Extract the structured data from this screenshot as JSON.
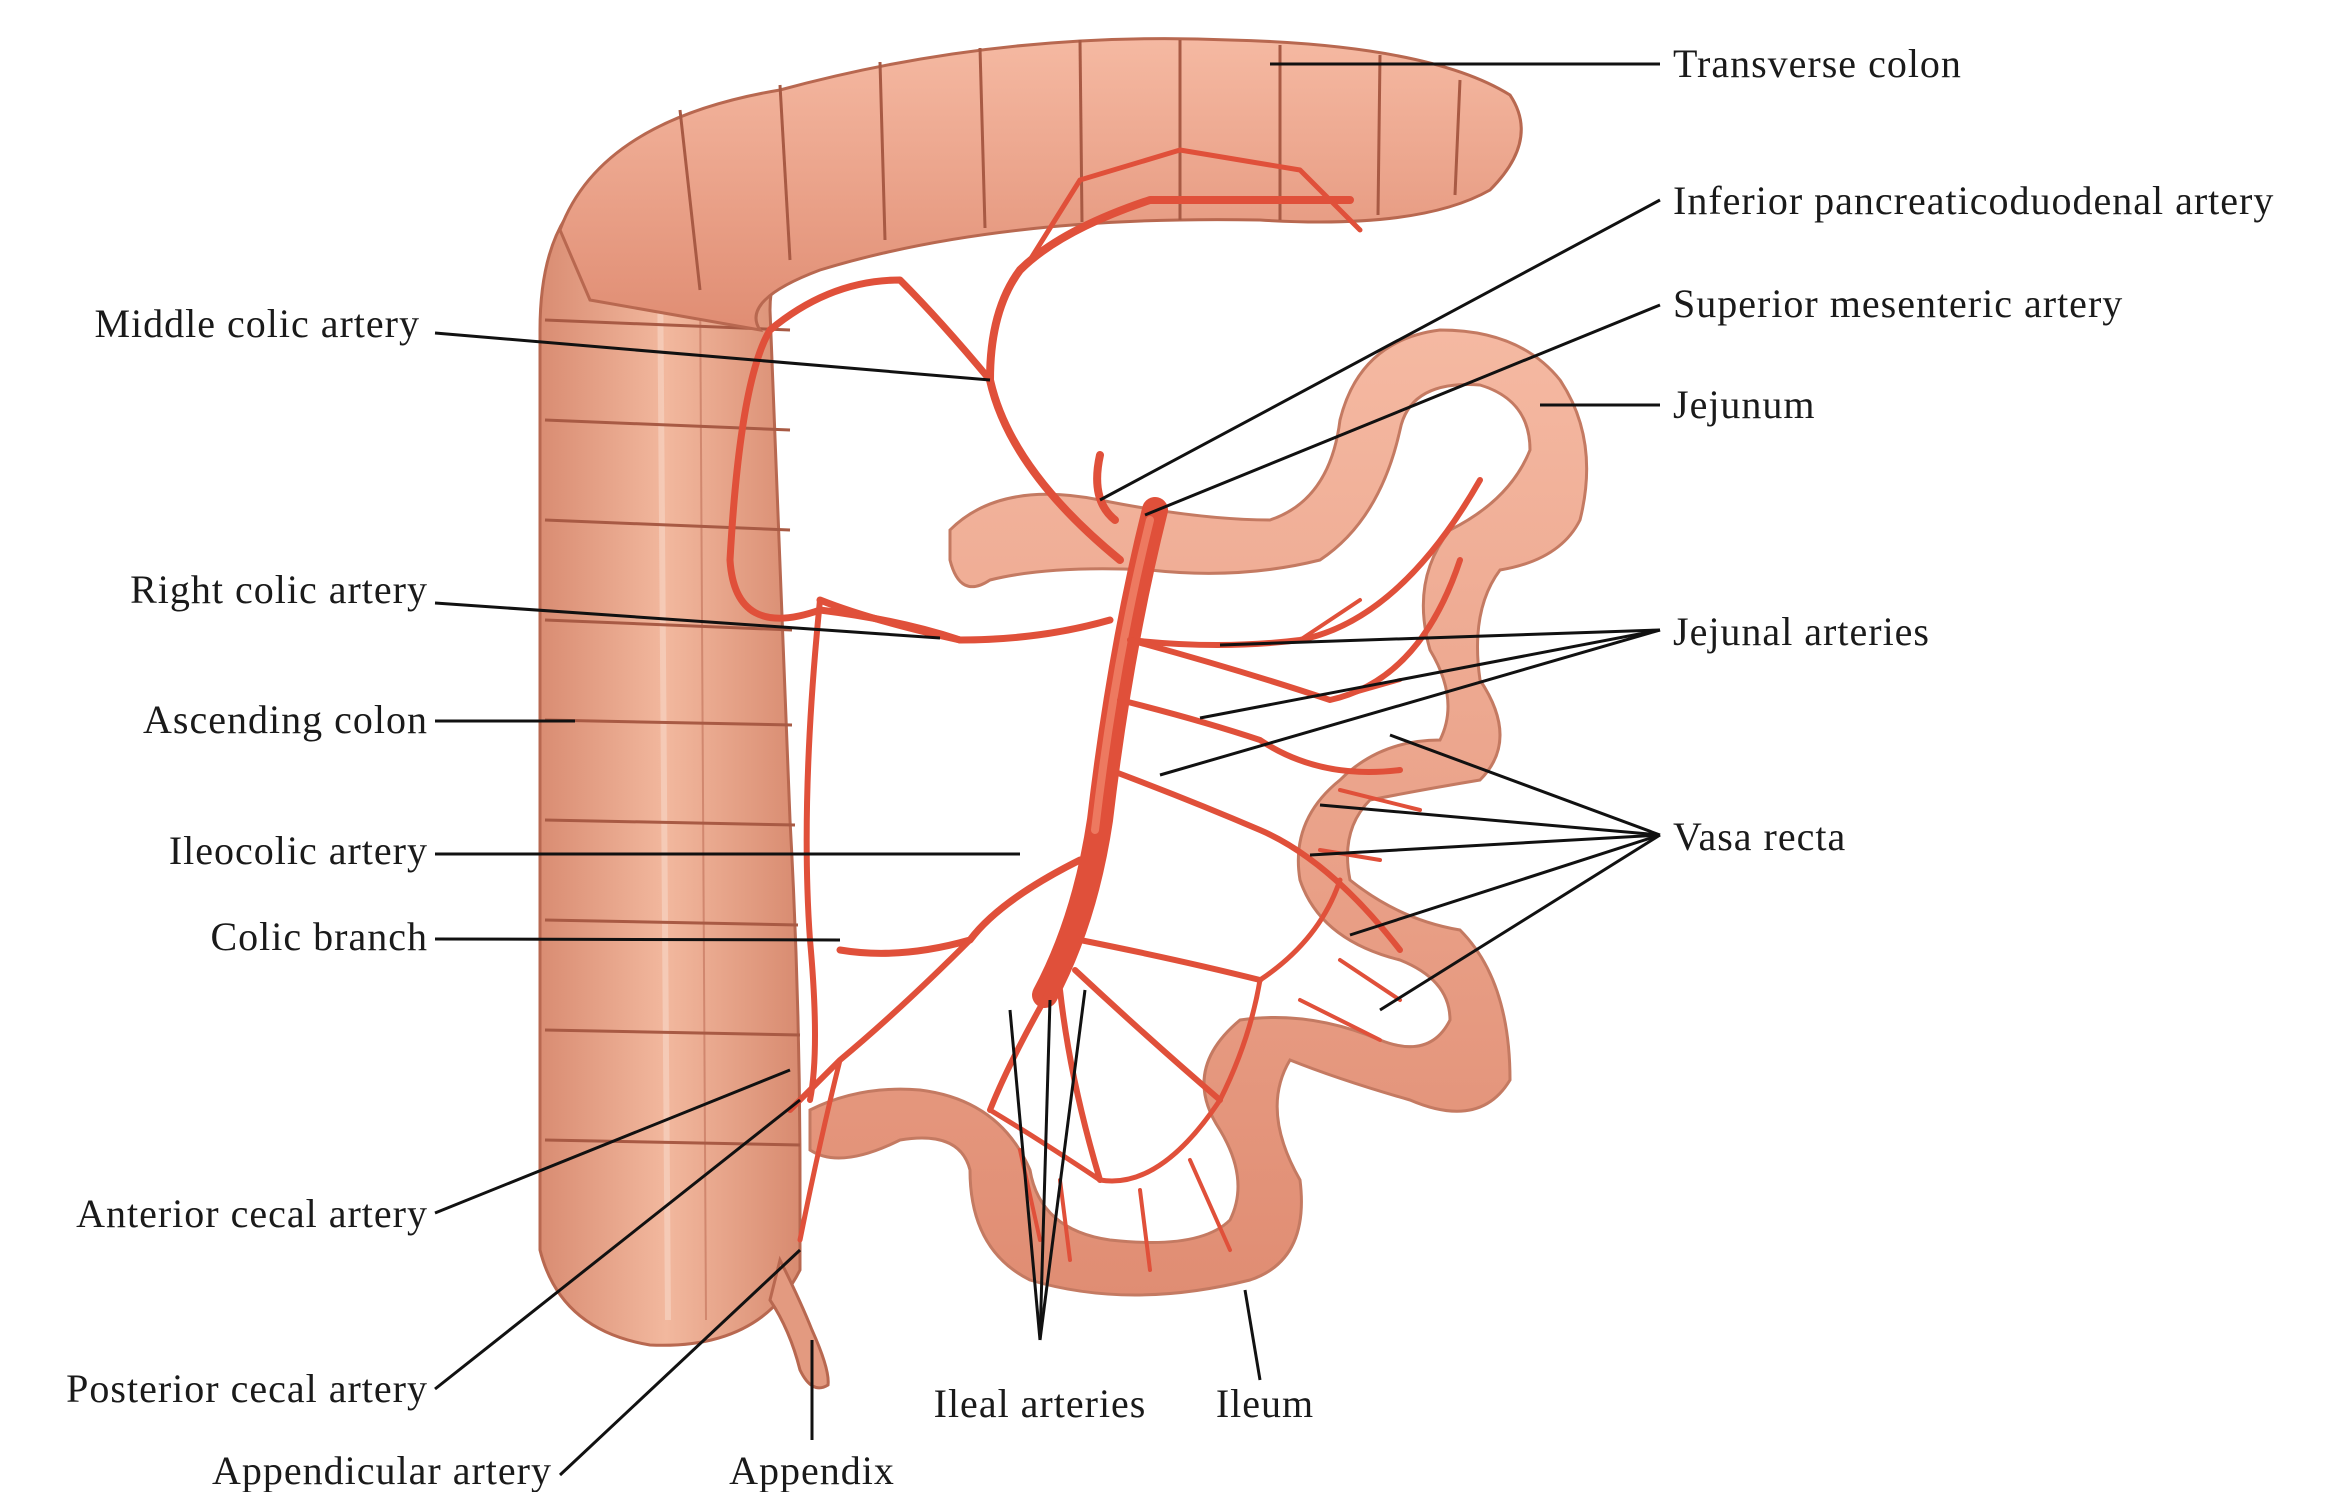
{
  "labels": {
    "transverse_colon": "Transverse colon",
    "inferior_pancreaticoduodenal_artery": "Inferior pancreaticoduodenal artery",
    "superior_mesenteric_artery": "Superior mesenteric artery",
    "jejunum": "Jejunum",
    "jejunal_arteries": "Jejunal arteries",
    "vasa_recta": "Vasa recta",
    "middle_colic_artery": "Middle colic artery",
    "right_colic_artery": "Right colic artery",
    "ascending_colon": "Ascending colon",
    "ileocolic_artery": "Ileocolic artery",
    "colic_branch": "Colic branch",
    "anterior_cecal_artery": "Anterior cecal artery",
    "posterior_cecal_artery": "Posterior cecal artery",
    "appendicular_artery": "Appendicular artery",
    "appendix": "Appendix",
    "ileal_arteries": "Ileal arteries",
    "ileum": "Ileum"
  },
  "colors": {
    "colon_fill": "#e8a58b",
    "colon_shade": "#c97a62",
    "bowel_fill": "#f0a890",
    "artery": "#e0503a",
    "artery_dark": "#c83a28",
    "leader": "#111111"
  }
}
